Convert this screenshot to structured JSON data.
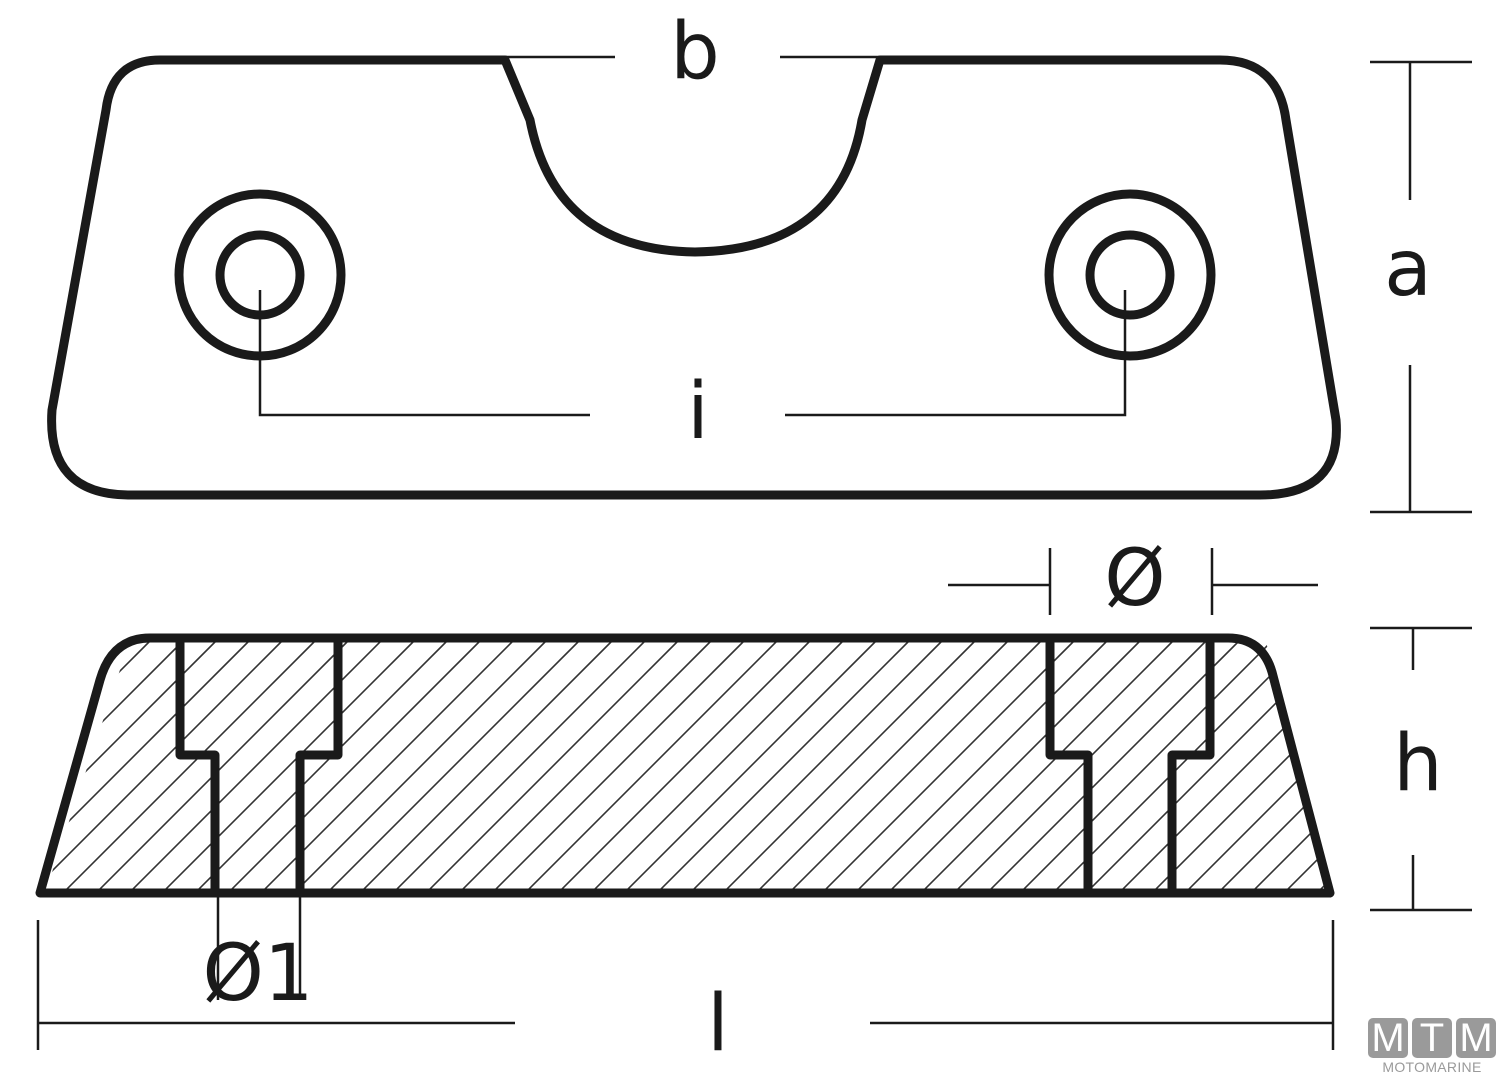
{
  "labels": {
    "b": "b",
    "a": "a",
    "i": "i",
    "dia": "Ø",
    "h": "h",
    "dia1": "Ø1",
    "l": "l"
  },
  "logo": {
    "letters": [
      "M",
      "T",
      "M"
    ],
    "name": "MOTOMARINE",
    "color": "#9a9a9a"
  }
}
